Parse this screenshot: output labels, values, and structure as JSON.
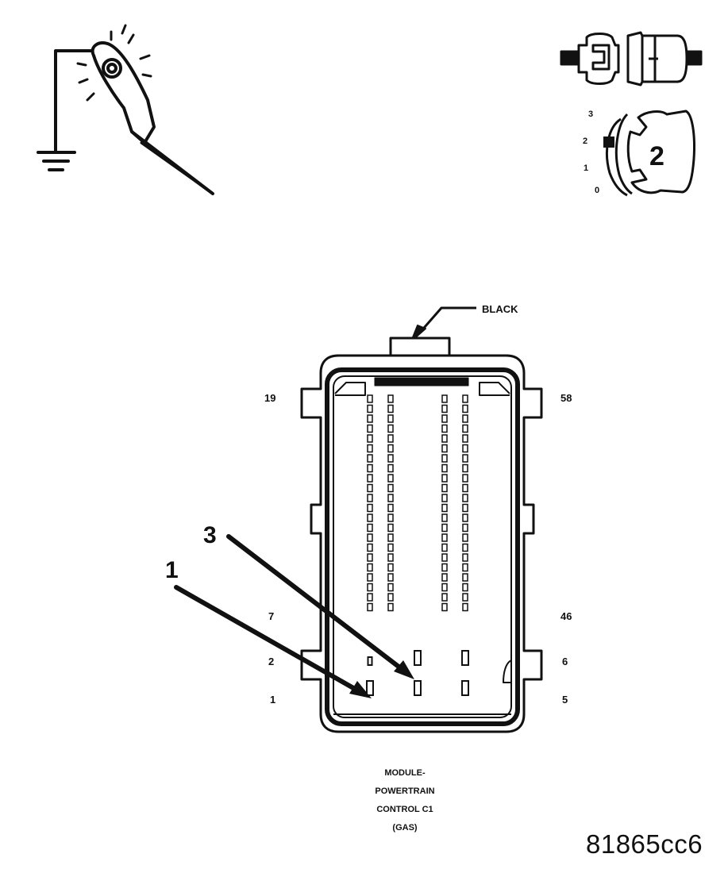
{
  "callouts": {
    "one": "1",
    "three": "3"
  },
  "connector": {
    "color_label": "BLACK",
    "pins_left": {
      "top": "19",
      "mid": "7",
      "row2": "2",
      "row1": "1"
    },
    "pins_right": {
      "top": "58",
      "mid": "46",
      "row2": "6",
      "row1": "5"
    },
    "caption": [
      "MODULE-",
      "POWERTRAIN",
      "CONTROL C1",
      "(GAS)"
    ]
  },
  "ignition": {
    "positions": [
      "3",
      "2",
      "1",
      "0"
    ],
    "key_label": "2"
  },
  "figure_id": "81865cc6",
  "icons": [
    "test-light-to-ground-icon",
    "connector-disconnected-icon",
    "ignition-key-position-icon"
  ]
}
